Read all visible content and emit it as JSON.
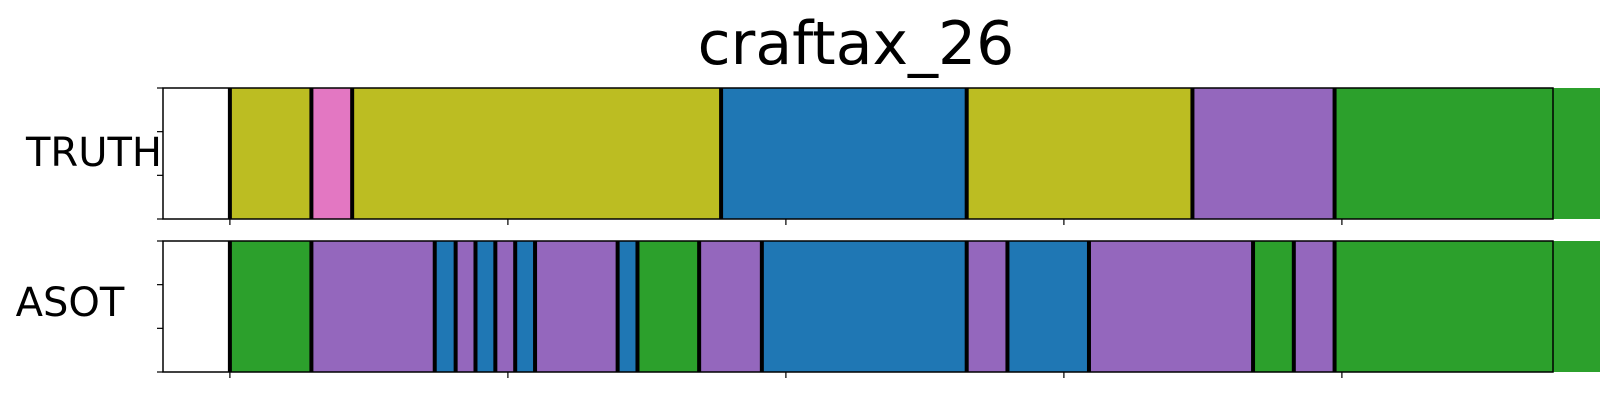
{
  "chart_data": {
    "type": "segmentation-bar",
    "title": "craftax_26",
    "xlim": [
      0,
      1330
    ],
    "rows": [
      {
        "label": "TRUTH",
        "segments": [
          {
            "start": 0,
            "end": 64,
            "color": "#ffffff"
          },
          {
            "start": 64,
            "end": 142,
            "color": "#bcbd22"
          },
          {
            "start": 142,
            "end": 181,
            "color": "#e377c2"
          },
          {
            "start": 181,
            "end": 534,
            "color": "#bcbd22"
          },
          {
            "start": 534,
            "end": 769,
            "color": "#1f77b4"
          },
          {
            "start": 769,
            "end": 985,
            "color": "#bcbd22"
          },
          {
            "start": 985,
            "end": 1121,
            "color": "#9467bd"
          },
          {
            "start": 1121,
            "end": 1393,
            "color": "#2ca02c"
          },
          {
            "start": 1393,
            "end": 1400,
            "color": "#ffffff"
          }
        ]
      },
      {
        "label": "ASOT",
        "segments": [
          {
            "start": 0,
            "end": 64,
            "color": "#ffffff"
          },
          {
            "start": 64,
            "end": 142,
            "color": "#2ca02c"
          },
          {
            "start": 142,
            "end": 260,
            "color": "#9467bd"
          },
          {
            "start": 260,
            "end": 280,
            "color": "#1f77b4"
          },
          {
            "start": 280,
            "end": 299,
            "color": "#9467bd"
          },
          {
            "start": 299,
            "end": 318,
            "color": "#1f77b4"
          },
          {
            "start": 318,
            "end": 337,
            "color": "#9467bd"
          },
          {
            "start": 337,
            "end": 356,
            "color": "#1f77b4"
          },
          {
            "start": 356,
            "end": 435,
            "color": "#9467bd"
          },
          {
            "start": 435,
            "end": 454,
            "color": "#1f77b4"
          },
          {
            "start": 454,
            "end": 513,
            "color": "#2ca02c"
          },
          {
            "start": 513,
            "end": 573,
            "color": "#9467bd"
          },
          {
            "start": 573,
            "end": 769,
            "color": "#1f77b4"
          },
          {
            "start": 769,
            "end": 808,
            "color": "#9467bd"
          },
          {
            "start": 808,
            "end": 886,
            "color": "#1f77b4"
          },
          {
            "start": 886,
            "end": 1043,
            "color": "#9467bd"
          },
          {
            "start": 1043,
            "end": 1082,
            "color": "#2ca02c"
          },
          {
            "start": 1082,
            "end": 1121,
            "color": "#9467bd"
          },
          {
            "start": 1121,
            "end": 1393,
            "color": "#2ca02c"
          },
          {
            "start": 1393,
            "end": 1400,
            "color": "#ffffff"
          }
        ]
      }
    ],
    "x_ticks": [
      64,
      330,
      596,
      862,
      1128,
      1393
    ],
    "y_ticks_per_row": 4,
    "grid": false,
    "legend": "none"
  }
}
